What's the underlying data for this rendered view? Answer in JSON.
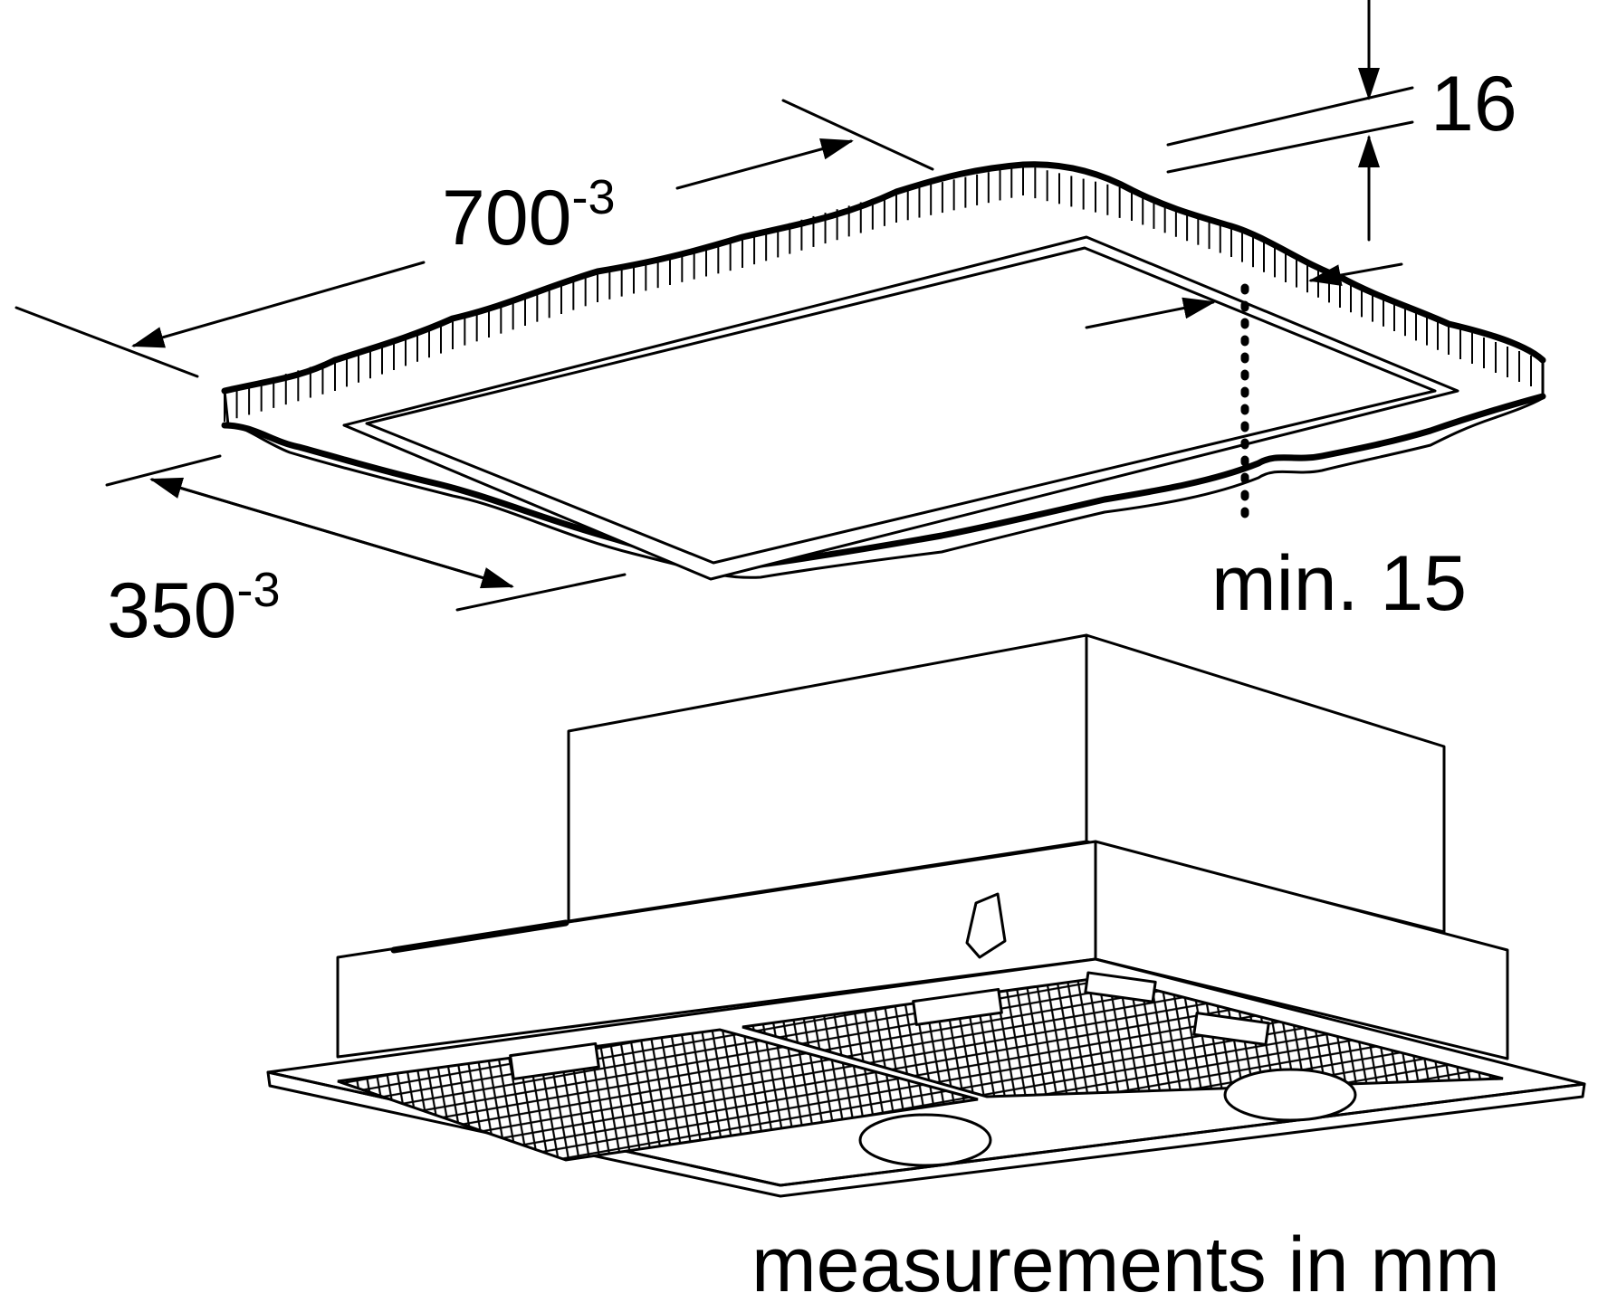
{
  "labels": {
    "width_value": "700",
    "width_tolerance": "-3",
    "depth_value": "350",
    "depth_tolerance": "-3",
    "panel_thickness": "16",
    "min_distance": "min. 15",
    "units_note": "measurements in mm"
  },
  "colors": {
    "line": "#000000",
    "background": "#ffffff",
    "filter_mesh": "#000000"
  },
  "icons": {
    "arrow": "filled-triangle-arrowhead",
    "dotted_line": "dotted-reference-line"
  }
}
